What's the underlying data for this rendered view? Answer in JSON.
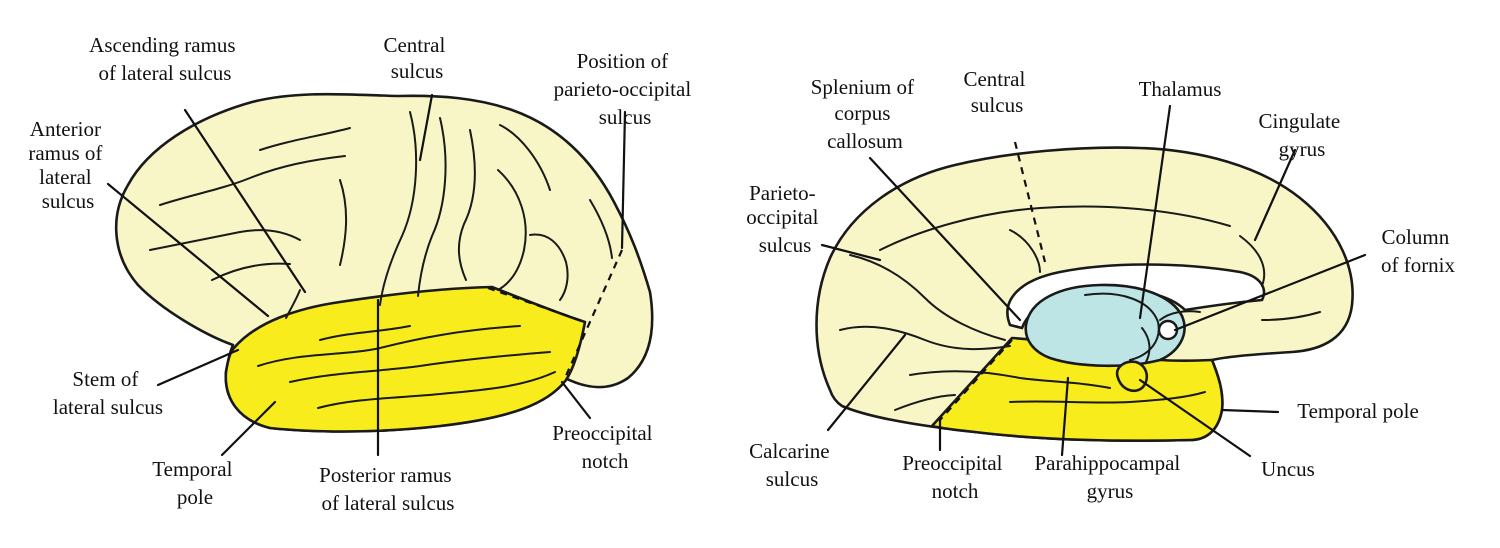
{
  "colors": {
    "cortex": "#f8f6c6",
    "temporal_lobe": "#f8ec1c",
    "thalamus": "#bde5e5",
    "outline": "#1a1a1a"
  },
  "lateral_view": {
    "labels": {
      "ascending_ramus": [
        "Ascending ramus",
        "of lateral sulcus"
      ],
      "central_sulcus": [
        "Central",
        "sulcus"
      ],
      "parieto_occipital_position": [
        "Position of",
        "parieto-occipital",
        "sulcus"
      ],
      "anterior_ramus": [
        "Anterior",
        "ramus of",
        "lateral",
        "sulcus"
      ],
      "stem_lateral_sulcus": [
        "Stem of",
        "lateral sulcus"
      ],
      "temporal_pole": [
        "Temporal",
        "pole"
      ],
      "posterior_ramus": [
        "Posterior ramus",
        "of lateral sulcus"
      ],
      "preoccipital_notch": [
        "Preoccipital",
        "notch"
      ]
    }
  },
  "medial_view": {
    "labels": {
      "splenium": [
        "Splenium of",
        "corpus",
        "callosum"
      ],
      "central_sulcus": [
        "Central",
        "sulcus"
      ],
      "thalamus": [
        "Thalamus"
      ],
      "cingulate_gyrus": [
        "Cingulate",
        "gyrus"
      ],
      "parieto_occipital_sulcus": [
        "Parieto-",
        "occipital",
        "sulcus"
      ],
      "column_of_fornix": [
        "Column",
        "of fornix"
      ],
      "temporal_pole": [
        "Temporal pole"
      ],
      "calcarine_sulcus": [
        "Calcarine",
        "sulcus"
      ],
      "preoccipital_notch": [
        "Preoccipital",
        "notch"
      ],
      "parahippocampal_gyrus": [
        "Parahippocampal",
        "gyrus"
      ],
      "uncus": [
        "Uncus"
      ]
    }
  }
}
